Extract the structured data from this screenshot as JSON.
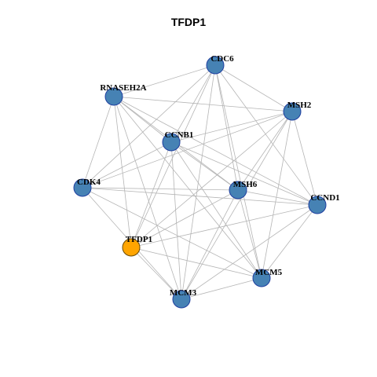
{
  "title": "TFDP1",
  "colors": {
    "node_default": "#4682B4",
    "node_highlight": "#FFA500",
    "node_stroke": "#1F3FA0",
    "edge": "#B5B5B5"
  },
  "nodes": [
    {
      "id": "CDC6",
      "label": "CDC6",
      "highlight": false
    },
    {
      "id": "RNASEH2A",
      "label": "RNASEH2A",
      "highlight": false
    },
    {
      "id": "MSH2",
      "label": "MSH2",
      "highlight": false
    },
    {
      "id": "CCNB1",
      "label": "CCNB1",
      "highlight": false
    },
    {
      "id": "CDK4",
      "label": "CDK4",
      "highlight": false
    },
    {
      "id": "MSH6",
      "label": "MSH6",
      "highlight": false
    },
    {
      "id": "CCND1",
      "label": "CCND1",
      "highlight": false
    },
    {
      "id": "TFDP1",
      "label": "TFDP1",
      "highlight": true
    },
    {
      "id": "MCM5",
      "label": "MCM5",
      "highlight": false
    },
    {
      "id": "MCM3",
      "label": "MCM3",
      "highlight": false
    }
  ],
  "edges": [
    [
      "CDC6",
      "RNASEH2A"
    ],
    [
      "CDC6",
      "MSH2"
    ],
    [
      "CDC6",
      "CCNB1"
    ],
    [
      "CDC6",
      "CDK4"
    ],
    [
      "CDC6",
      "MSH6"
    ],
    [
      "CDC6",
      "CCND1"
    ],
    [
      "CDC6",
      "MCM5"
    ],
    [
      "CDC6",
      "MCM3"
    ],
    [
      "CDC6",
      "TFDP1"
    ],
    [
      "RNASEH2A",
      "MSH2"
    ],
    [
      "RNASEH2A",
      "CCNB1"
    ],
    [
      "RNASEH2A",
      "CDK4"
    ],
    [
      "RNASEH2A",
      "MSH6"
    ],
    [
      "RNASEH2A",
      "CCND1"
    ],
    [
      "RNASEH2A",
      "MCM5"
    ],
    [
      "RNASEH2A",
      "MCM3"
    ],
    [
      "RNASEH2A",
      "TFDP1"
    ],
    [
      "MSH2",
      "CCNB1"
    ],
    [
      "MSH2",
      "CDK4"
    ],
    [
      "MSH2",
      "MSH6"
    ],
    [
      "MSH2",
      "CCND1"
    ],
    [
      "MSH2",
      "MCM5"
    ],
    [
      "MSH2",
      "MCM3"
    ],
    [
      "MSH2",
      "TFDP1"
    ],
    [
      "CCNB1",
      "CDK4"
    ],
    [
      "CCNB1",
      "MSH6"
    ],
    [
      "CCNB1",
      "CCND1"
    ],
    [
      "CCNB1",
      "MCM5"
    ],
    [
      "CCNB1",
      "MCM3"
    ],
    [
      "CCNB1",
      "TFDP1"
    ],
    [
      "CDK4",
      "MSH6"
    ],
    [
      "CDK4",
      "CCND1"
    ],
    [
      "CDK4",
      "MCM5"
    ],
    [
      "CDK4",
      "MCM3"
    ],
    [
      "MSH6",
      "CCND1"
    ],
    [
      "MSH6",
      "MCM5"
    ],
    [
      "MSH6",
      "MCM3"
    ],
    [
      "MSH6",
      "TFDP1"
    ],
    [
      "CCND1",
      "MCM5"
    ],
    [
      "CCND1",
      "MCM3"
    ],
    [
      "CCND1",
      "TFDP1"
    ],
    [
      "TFDP1",
      "MCM5"
    ],
    [
      "TFDP1",
      "MCM3"
    ],
    [
      "MCM5",
      "MCM3"
    ]
  ]
}
